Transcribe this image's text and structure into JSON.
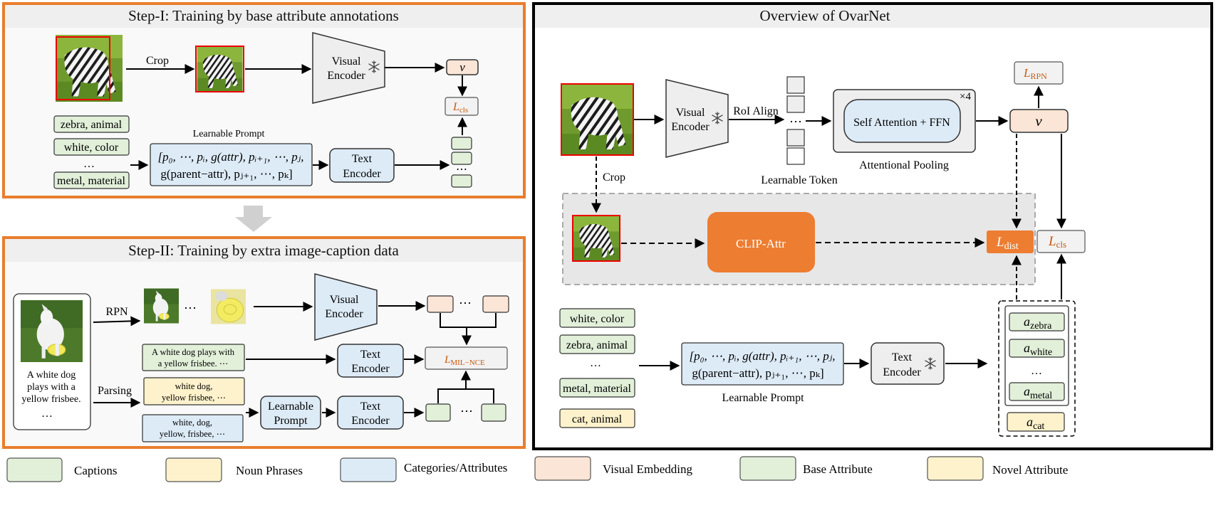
{
  "colors": {
    "orange": "#E87E2E",
    "orange_dark": "#E57A29",
    "header_bg": "#EFEFEF",
    "panel_bg": "#F9F9F9",
    "green": "#E2F0DA",
    "yellow": "#FEF2CC",
    "blue": "#DDEBF7",
    "peach": "#FBE5D6",
    "gray_box": "#EEEEEE",
    "gray_region": "#E7E7E7",
    "loss_text": "#C55A11"
  },
  "step1": {
    "title": "Step-I: Training by base attribute annotations",
    "crop_label": "Crop",
    "visual_encoder": [
      "Visual",
      "Encoder"
    ],
    "text_encoder": [
      "Text",
      "Encoder"
    ],
    "v_label": "v",
    "loss_label": "L",
    "loss_sub": "cls",
    "learnable_prompt_label": "Learnable Prompt",
    "prompt_line1": "[p₀, ⋯, pᵢ, g(attr), pᵢ₊₁, ⋯, pⱼ,",
    "prompt_line2": "g(parent−attr), pⱼ₊₁, ⋯, pₖ]",
    "captions": [
      "zebra, animal",
      "white, color",
      "…",
      "metal, material"
    ]
  },
  "step2": {
    "title": "Step-II: Training by extra image-caption data",
    "caption_text": [
      "A white dog",
      "plays with a",
      "yellow frisbee."
    ],
    "caption_ellipsis": "…",
    "rpn_label": "RPN",
    "parsing_label": "Parsing",
    "ellipsis": "⋯",
    "visual_encoder": [
      "Visual",
      "Encoder"
    ],
    "text_encoder": [
      "Text",
      "Encoder"
    ],
    "learnable_prompt": [
      "Learnable",
      "Prompt"
    ],
    "caption_box": [
      "A white dog plays with",
      "a yellow frisbee. ⋯"
    ],
    "noun_box": [
      "white dog,",
      "yellow frisbee, ⋯"
    ],
    "cat_box": [
      "white, dog,",
      "yellow, frisbee, ⋯"
    ],
    "loss_label": "L",
    "loss_sub": "MIL−NCE"
  },
  "overview": {
    "title": "Overview of OvarNet",
    "visual_encoder": [
      "Visual",
      "Encoder"
    ],
    "roi_align": "RoI Align",
    "learnable_token": "Learnable Token",
    "self_attention": "Self Attention + FFN",
    "times4": "×4",
    "attentional_pooling": "Attentional Pooling",
    "v_label": "v",
    "rpn_loss": "L",
    "rpn_loss_sub": "RPN",
    "crop_label": "Crop",
    "clip_attr": "CLIP-Attr",
    "dist_loss": "L",
    "dist_loss_sub": "dist",
    "cls_loss": "L",
    "cls_loss_sub": "cls",
    "captions": [
      "white, color",
      "zebra, animal",
      "…",
      "metal, material"
    ],
    "novel_caption": "cat, animal",
    "prompt_line1": "[p₀, ⋯, pᵢ, g(attr), pᵢ₊₁, ⋯, pⱼ,",
    "prompt_line2": "g(parent−attr), pⱼ₊₁, ⋯, pₖ]",
    "learnable_prompt_label": "Learnable Prompt",
    "text_encoder": [
      "Text",
      "Encoder"
    ],
    "attr_embeddings": [
      {
        "main": "a",
        "sub": "zebra"
      },
      {
        "main": "a",
        "sub": "white"
      },
      {
        "main": "…",
        "sub": ""
      },
      {
        "main": "a",
        "sub": "metal"
      }
    ],
    "novel_attr": {
      "main": "a",
      "sub": "cat"
    },
    "dots": "⋯"
  },
  "legend": [
    {
      "label": "Captions",
      "color": "#E2F0DA"
    },
    {
      "label": "Noun Phrases",
      "color": "#FEF2CC"
    },
    {
      "label": "Categories/Attributes",
      "color": "#DDEBF7"
    },
    {
      "label": "Visual Embedding",
      "color": "#FBE5D6"
    },
    {
      "label": "Base Attribute",
      "color": "#E2F0DA"
    },
    {
      "label": "Novel Attribute",
      "color": "#FEF2CC"
    }
  ]
}
